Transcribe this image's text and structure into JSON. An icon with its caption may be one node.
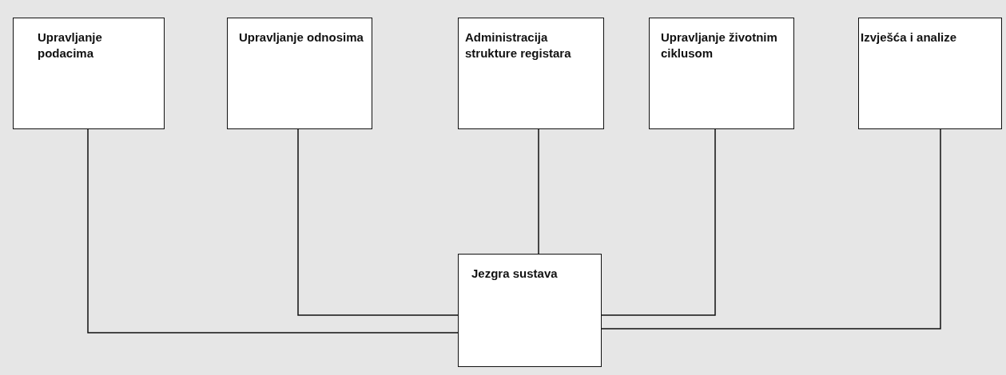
{
  "diagram": {
    "nodes": [
      {
        "text": [
          "Upravljanje podacima"
        ]
      },
      {
        "text": [
          "Upravljanje odnosima"
        ]
      },
      {
        "text": [
          "Administracija strukture registara"
        ]
      },
      {
        "text": [
          "Upravljanje životnim ciklusom"
        ]
      },
      {
        "text": [
          "Izvješća i analize"
        ]
      },
      {
        "text": [
          "Jezgra sustava"
        ]
      }
    ],
    "edges": [
      {
        "from": 0,
        "to": 5,
        "arrow": "none"
      },
      {
        "from": 1,
        "to": 5,
        "arrow": "none"
      },
      {
        "from": 2,
        "to": 5,
        "arrow": "none"
      },
      {
        "from": 3,
        "to": 5,
        "arrow": "none"
      },
      {
        "from": 4,
        "to": 5,
        "arrow": "none"
      }
    ]
  }
}
